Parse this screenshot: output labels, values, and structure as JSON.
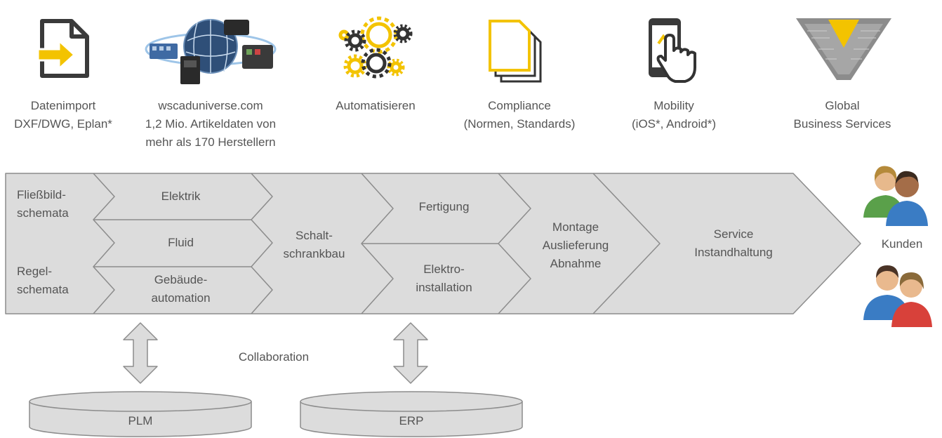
{
  "features": [
    {
      "icon": "file-import-icon",
      "lines": [
        "Datenimport",
        "DXF/DWG, Eplan*"
      ]
    },
    {
      "icon": "globe-hardware-icon",
      "lines": [
        "wscaduniverse.com",
        "1,2 Mio. Artikeldaten von",
        "mehr als 170 Herstellern"
      ]
    },
    {
      "icon": "gears-icon",
      "lines": [
        "Automatisieren"
      ]
    },
    {
      "icon": "documents-stack-icon",
      "lines": [
        "Compliance",
        "(Normen, Standards)"
      ]
    },
    {
      "icon": "smartphone-touch-icon",
      "lines": [
        "Mobility",
        "(iOS*, Android*)"
      ]
    },
    {
      "icon": "funnel-diagram-icon",
      "lines": [
        "Global",
        "Business Services"
      ]
    }
  ],
  "process": {
    "schemata": [
      [
        "Fließbild-",
        "schemata"
      ],
      [
        "Regel-",
        "schemata"
      ]
    ],
    "disciplines": [
      [
        "Elektrik"
      ],
      [
        "Fluid"
      ],
      [
        "Gebäude-",
        "automation"
      ]
    ],
    "schaltschrank": [
      "Schalt-",
      "schrankbau"
    ],
    "production": [
      [
        "Fertigung"
      ],
      [
        "Elektro-",
        "installation"
      ]
    ],
    "montage": [
      "Montage",
      "Auslieferung",
      "Abnahme"
    ],
    "service": [
      "Service",
      "Instandhaltung"
    ]
  },
  "customers": {
    "label": "Kunden",
    "icon": "people-icon"
  },
  "bottom": {
    "collaboration": "Collaboration",
    "systems": [
      "PLM",
      "ERP"
    ]
  },
  "colors": {
    "accent": "#f3c300",
    "band": "#dcdcdc",
    "stroke": "#8c8c8c",
    "text": "#555555"
  }
}
